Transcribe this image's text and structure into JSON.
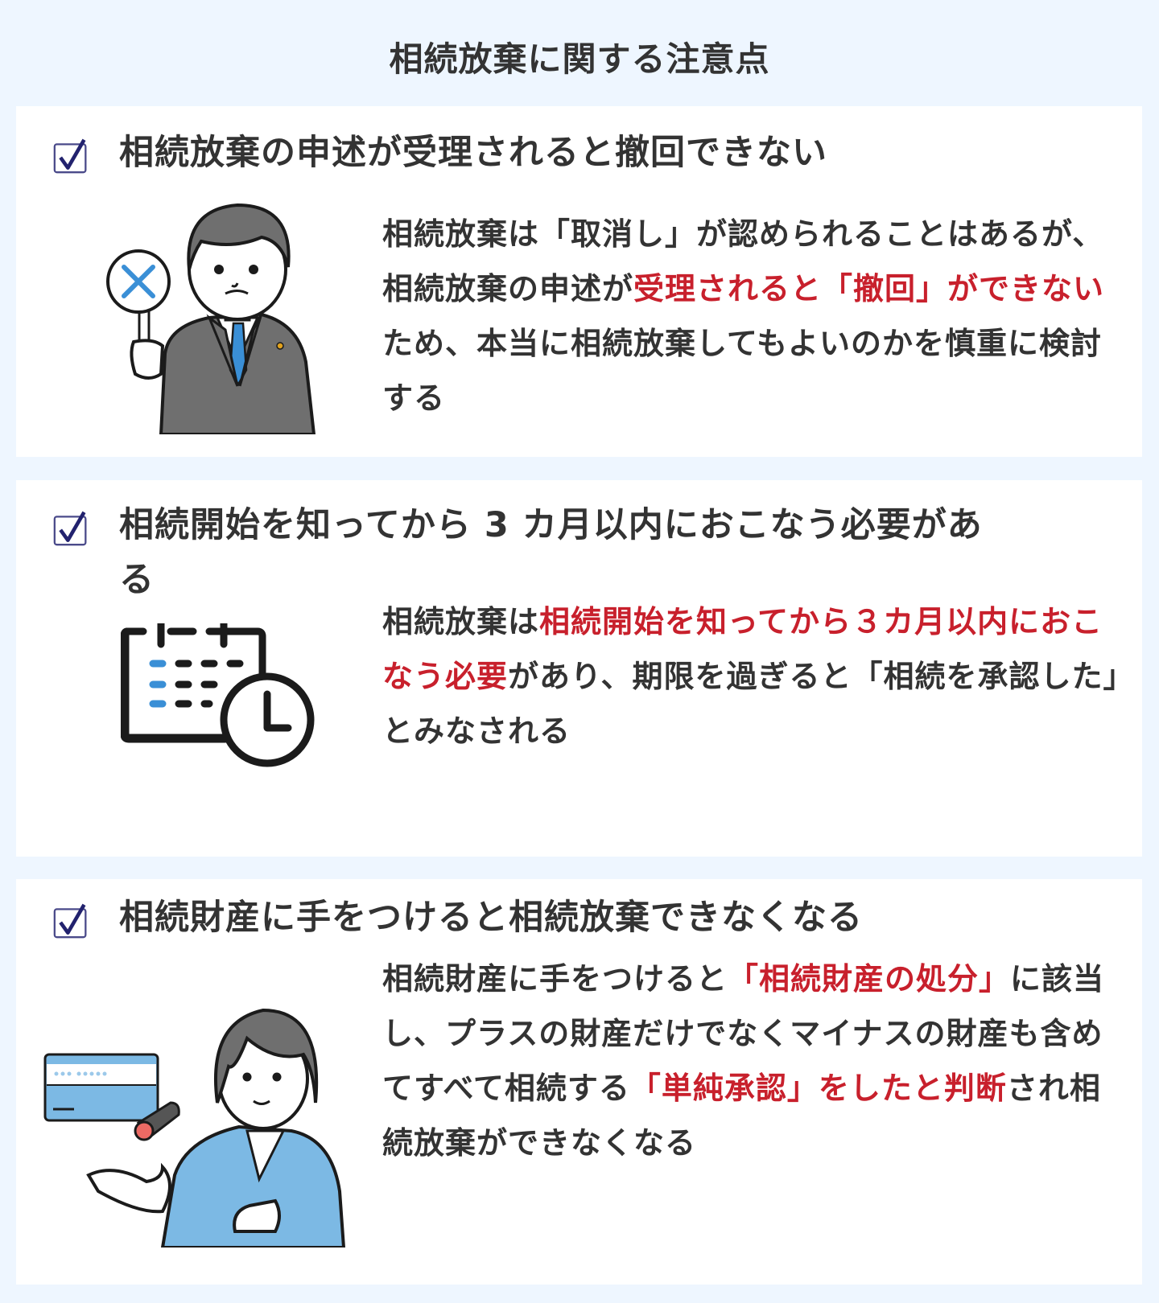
{
  "page": {
    "title": "相続放棄に関する注意点"
  },
  "colors": {
    "background": "#eef6ff",
    "card": "#ffffff",
    "text": "#333333",
    "highlight_red": "#c8202c",
    "check_navy": "#22226e",
    "accent_blue": "#3a8fd6",
    "suit_blue": "#7cb9e4"
  },
  "cards": [
    {
      "icon": "checkbox-checked-icon",
      "heading": "相続放棄の申述が受理されると撤回できない",
      "illustration": "businessman-holding-x-sign",
      "body": [
        {
          "text": "相続放棄は「取消し」が認められることはあるが、相続放棄の申述が",
          "red": false
        },
        {
          "text": "受理されると「撤回」ができない",
          "red": true
        },
        {
          "text": "ため、本当に相続放棄してもよいのかを慎重に検討する",
          "red": false
        }
      ]
    },
    {
      "icon": "checkbox-checked-icon",
      "heading": "相続開始を知ってから 3 カ月以内におこなう必要がある",
      "illustration": "calendar-clock",
      "body": [
        {
          "text": "相続放棄は",
          "red": false
        },
        {
          "text": "相続開始を知ってから３カ月以内におこなう必要",
          "red": true
        },
        {
          "text": "があり、期限を過ぎると「相続を承認した」とみなされる",
          "red": false
        }
      ]
    },
    {
      "icon": "checkbox-checked-icon",
      "heading": "相続財産に手をつけると相続放棄できなくなる",
      "illustration": "woman-presenting-bankcard-and-seal",
      "body": [
        {
          "text": "相続財産に手をつけると",
          "red": false
        },
        {
          "text": "「相続財産の処分」",
          "red": true
        },
        {
          "text": "に該当し、プラスの財産だけでなくマイナスの財産も含めてすべて相続する",
          "red": false
        },
        {
          "text": "「単純承認」をしたと判断",
          "red": true
        },
        {
          "text": "され相続放棄ができなくなる",
          "red": false
        }
      ]
    }
  ]
}
